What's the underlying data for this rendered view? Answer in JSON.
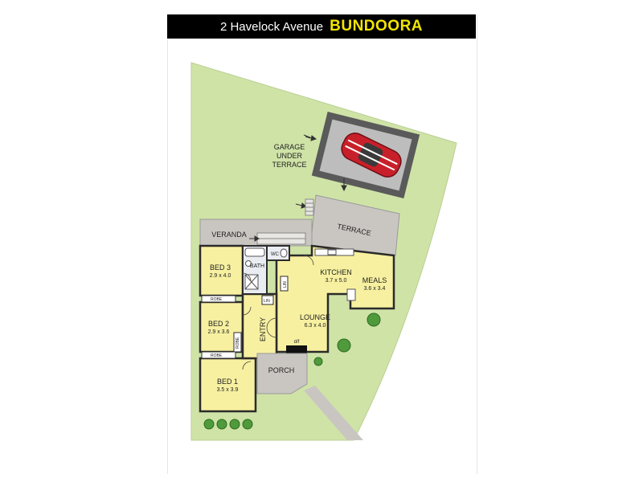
{
  "header": {
    "address": "2 Havelock Avenue",
    "suburb": "BUNDOORA"
  },
  "labels": {
    "garage": [
      "GARAGE",
      "UNDER",
      "TERRACE"
    ],
    "terrace": "TERRACE",
    "veranda": "VERANDA",
    "wc": "WC",
    "bath": "BATH",
    "linen": "LIN",
    "robe": "ROBE",
    "entry": "ENTRY",
    "porch": "PORCH",
    "fireplace": "d/f"
  },
  "rooms": {
    "bed3": {
      "name": "BED 3",
      "dims": "2.9 x 4.0"
    },
    "bed2": {
      "name": "BED 2",
      "dims": "2.9 x 3.6"
    },
    "bed1": {
      "name": "BED 1",
      "dims": "3.5 x 3.9"
    },
    "kitchen": {
      "name": "KITCHEN",
      "dims": "3.7 x 5.0"
    },
    "meals": {
      "name": "MEALS",
      "dims": "3.6 x 3.4"
    },
    "lounge": {
      "name": "LOUNGE",
      "dims": "6.3 x 4.0"
    }
  },
  "colors": {
    "lawn": "#cfe3a7",
    "room": "#f7f0a0",
    "paving": "#c9c6c1",
    "wall": "#2b2b2b",
    "car": "#c8202a",
    "banner_bg": "#000000",
    "suburb_text": "#f2e400"
  }
}
